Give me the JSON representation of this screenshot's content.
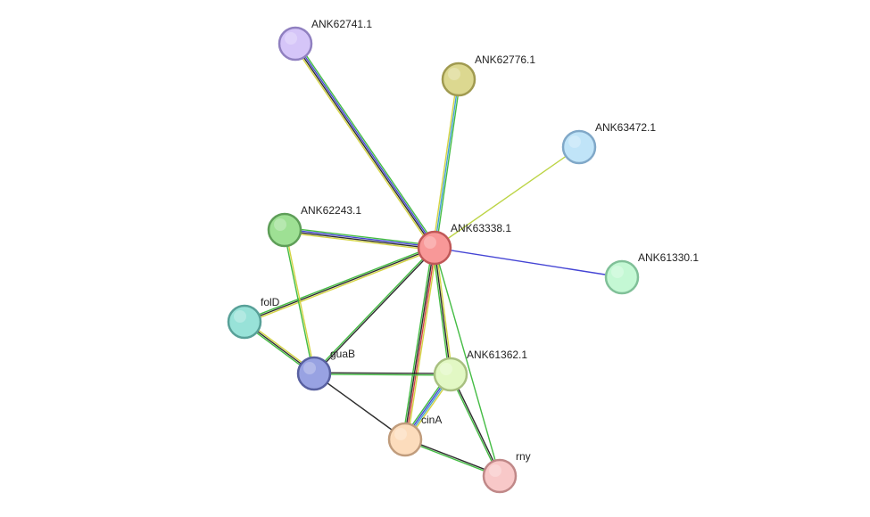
{
  "nodes": [
    {
      "id": "ANK62741.1",
      "label": "ANK62741.1",
      "fill": "#d5c5f8",
      "stroke": "#9080c0"
    },
    {
      "id": "ANK62776.1",
      "label": "ANK62776.1",
      "fill": "#dcd890",
      "stroke": "#a09a50"
    },
    {
      "id": "ANK63472.1",
      "label": "ANK63472.1",
      "fill": "#c0e4f8",
      "stroke": "#80a8c8"
    },
    {
      "id": "ANK62243.1",
      "label": "ANK62243.1",
      "fill": "#9ee094",
      "stroke": "#5e9e58"
    },
    {
      "id": "ANK63338.1",
      "label": "ANK63338.1",
      "fill": "#f89898",
      "stroke": "#c05858"
    },
    {
      "id": "ANK61330.1",
      "label": "ANK61330.1",
      "fill": "#c4f8d4",
      "stroke": "#80c098"
    },
    {
      "id": "folD",
      "label": "folD",
      "fill": "#98e2d8",
      "stroke": "#58a098"
    },
    {
      "id": "guaB",
      "label": "guaB",
      "fill": "#98a2e2",
      "stroke": "#5860a0"
    },
    {
      "id": "ANK61362.1",
      "label": "ANK61362.1",
      "fill": "#e2f8c4",
      "stroke": "#a8c080"
    },
    {
      "id": "cinA",
      "label": "cinA",
      "fill": "#fcdcbc",
      "stroke": "#c09c7c"
    },
    {
      "id": "rny",
      "label": "rny",
      "fill": "#f8c8c8",
      "stroke": "#c08888"
    }
  ],
  "edges": [
    {
      "source": "ANK63338.1",
      "target": "ANK62741.1",
      "colors": [
        "#d2d23a",
        "#222222",
        "#3a3ad2",
        "#3ab83a"
      ]
    },
    {
      "source": "ANK63338.1",
      "target": "ANK62776.1",
      "colors": [
        "#d2d23a",
        "#3a9ad2",
        "#3ab83a"
      ]
    },
    {
      "source": "ANK63338.1",
      "target": "ANK63472.1",
      "colors": [
        "#b8d23a"
      ]
    },
    {
      "source": "ANK63338.1",
      "target": "ANK61330.1",
      "colors": [
        "#3a3ad2"
      ]
    },
    {
      "source": "ANK63338.1",
      "target": "ANK62243.1",
      "colors": [
        "#d2d23a",
        "#222222",
        "#3a3ad2",
        "#3ab83a"
      ]
    },
    {
      "source": "ANK63338.1",
      "target": "folD",
      "colors": [
        "#d2d23a",
        "#222222",
        "#3ab83a"
      ]
    },
    {
      "source": "ANK63338.1",
      "target": "guaB",
      "colors": [
        "#222222",
        "#3ab83a"
      ]
    },
    {
      "source": "ANK63338.1",
      "target": "ANK61362.1",
      "colors": [
        "#d2d23a",
        "#222222",
        "#3ab83a"
      ]
    },
    {
      "source": "ANK63338.1",
      "target": "cinA",
      "colors": [
        "#d2d23a",
        "#d23a3a",
        "#222222",
        "#3ab83a"
      ]
    },
    {
      "source": "ANK63338.1",
      "target": "rny",
      "colors": [
        "#3ab83a"
      ]
    },
    {
      "source": "ANK62243.1",
      "target": "guaB",
      "colors": [
        "#d2d23a",
        "#3ab83a"
      ]
    },
    {
      "source": "folD",
      "target": "guaB",
      "colors": [
        "#d2d23a",
        "#222222",
        "#3ab83a"
      ]
    },
    {
      "source": "guaB",
      "target": "ANK61362.1",
      "colors": [
        "#222222",
        "#3ab83a"
      ]
    },
    {
      "source": "guaB",
      "target": "cinA",
      "colors": [
        "#222222"
      ]
    },
    {
      "source": "ANK61362.1",
      "target": "cinA",
      "colors": [
        "#d2d23a",
        "#3a9ad2",
        "#3a3ad2",
        "#3ab83a"
      ]
    },
    {
      "source": "ANK61362.1",
      "target": "rny",
      "colors": [
        "#222222",
        "#3ab83a"
      ]
    },
    {
      "source": "cinA",
      "target": "rny",
      "colors": [
        "#222222",
        "#3ab83a"
      ]
    }
  ]
}
